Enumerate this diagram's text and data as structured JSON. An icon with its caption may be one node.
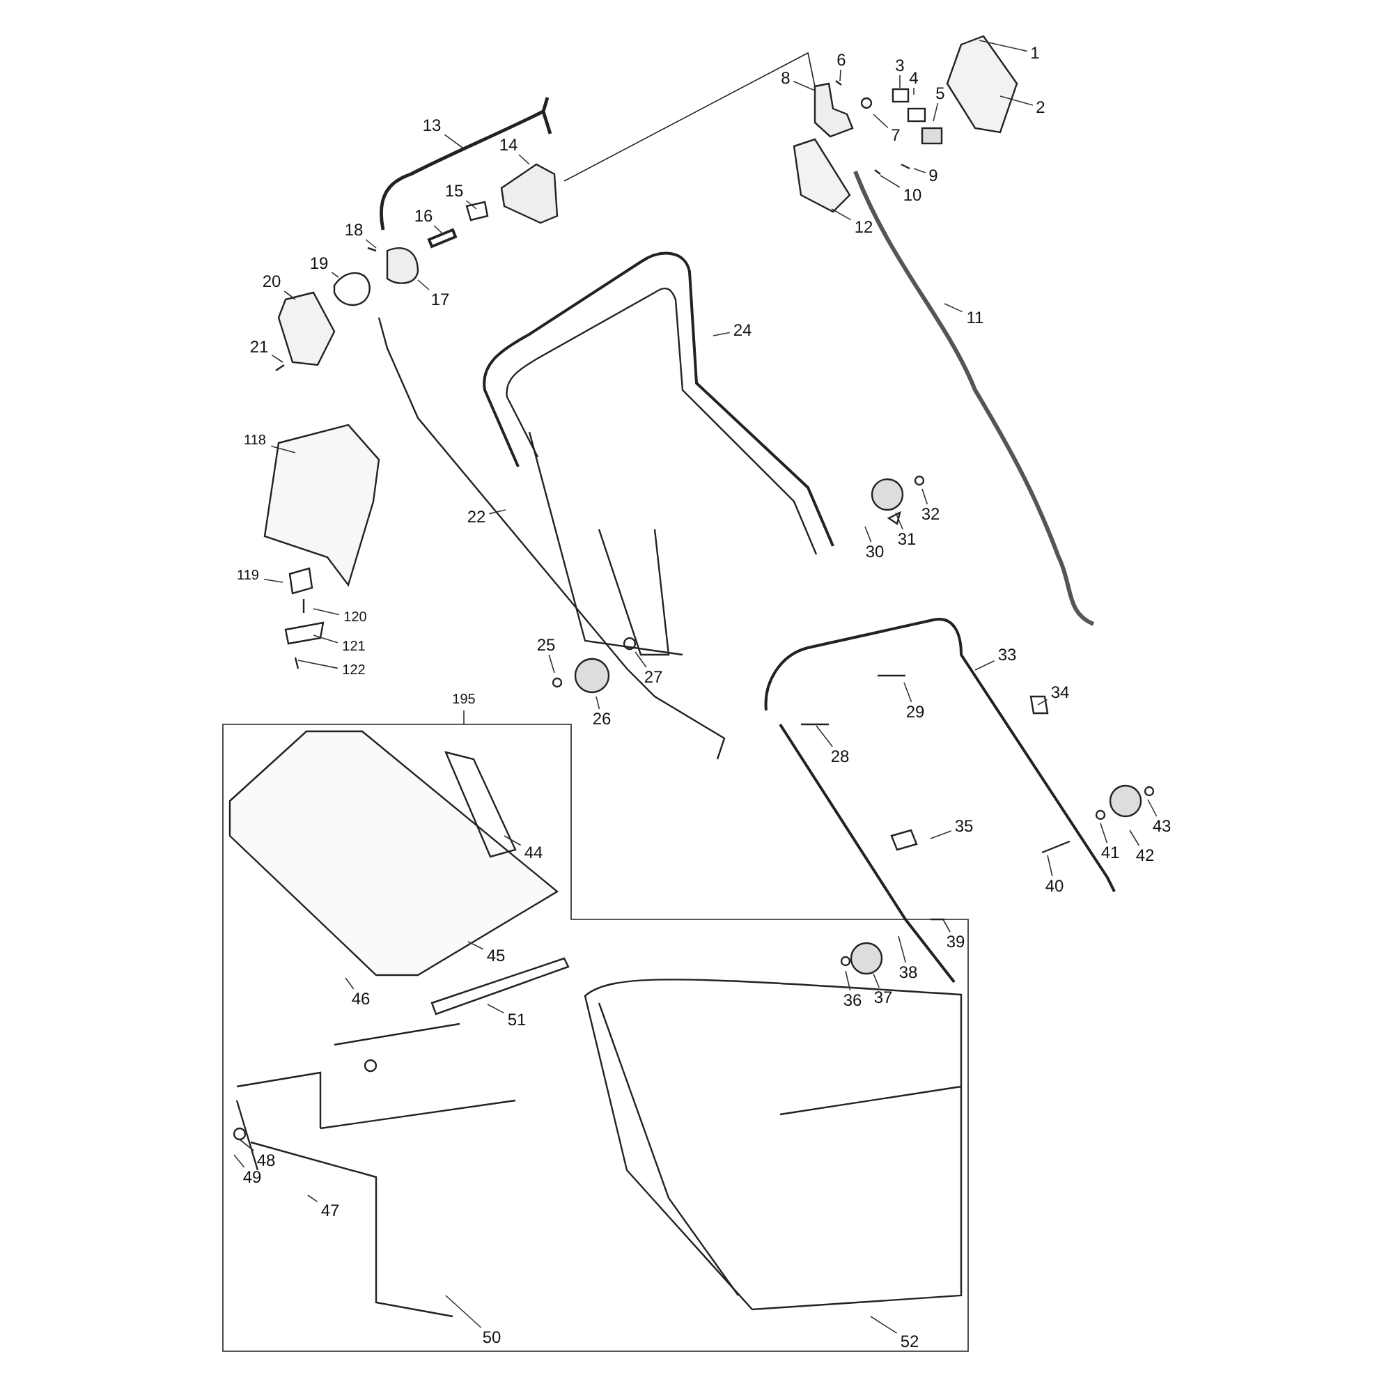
{
  "diagram": {
    "nodes": [
      {
        "text": [
          "1"
        ]
      },
      {
        "text": [
          "2"
        ]
      },
      {
        "text": [
          "3"
        ]
      },
      {
        "text": [
          "4"
        ]
      },
      {
        "text": [
          "5"
        ]
      },
      {
        "text": [
          "6"
        ]
      },
      {
        "text": [
          "7"
        ]
      },
      {
        "text": [
          "8"
        ]
      },
      {
        "text": [
          "9"
        ]
      },
      {
        "text": [
          "10"
        ]
      },
      {
        "text": [
          "11"
        ]
      },
      {
        "text": [
          "12"
        ]
      },
      {
        "text": [
          "13"
        ]
      },
      {
        "text": [
          "14"
        ]
      },
      {
        "text": [
          "15"
        ]
      },
      {
        "text": [
          "16"
        ]
      },
      {
        "text": [
          "17"
        ]
      },
      {
        "text": [
          "18"
        ]
      },
      {
        "text": [
          "19"
        ]
      },
      {
        "text": [
          "20"
        ]
      },
      {
        "text": [
          "21"
        ]
      },
      {
        "text": [
          "24"
        ]
      },
      {
        "text": [
          "118"
        ]
      },
      {
        "text": [
          "22"
        ]
      },
      {
        "text": [
          "30"
        ]
      },
      {
        "text": [
          "31"
        ]
      },
      {
        "text": [
          "32"
        ]
      },
      {
        "text": [
          "119"
        ]
      },
      {
        "text": [
          "120"
        ]
      },
      {
        "text": [
          "121"
        ]
      },
      {
        "text": [
          "122"
        ]
      },
      {
        "text": [
          "25"
        ]
      },
      {
        "text": [
          "27"
        ]
      },
      {
        "text": [
          "26"
        ]
      },
      {
        "text": [
          "33"
        ]
      },
      {
        "text": [
          "34"
        ]
      },
      {
        "text": [
          "29"
        ]
      },
      {
        "text": [
          "195"
        ]
      },
      {
        "text": [
          "28"
        ]
      },
      {
        "text": [
          "35"
        ]
      },
      {
        "text": [
          "44"
        ]
      },
      {
        "text": [
          "43"
        ]
      },
      {
        "text": [
          "41"
        ]
      },
      {
        "text": [
          "42"
        ]
      },
      {
        "text": [
          "40"
        ]
      },
      {
        "text": [
          "39"
        ]
      },
      {
        "text": [
          "45"
        ]
      },
      {
        "text": [
          "38"
        ]
      },
      {
        "text": [
          "46"
        ]
      },
      {
        "text": [
          "36"
        ]
      },
      {
        "text": [
          "37"
        ]
      },
      {
        "text": [
          "51"
        ]
      },
      {
        "text": [
          "48"
        ]
      },
      {
        "text": [
          "49"
        ]
      },
      {
        "text": [
          "47"
        ]
      },
      {
        "text": [
          "50"
        ]
      },
      {
        "text": [
          "52"
        ]
      }
    ],
    "edges": [
      {
        "from": 0,
        "to": null,
        "arrow": "none"
      },
      {
        "from": 1,
        "to": null,
        "arrow": "none"
      },
      {
        "from": 2,
        "to": null,
        "arrow": "none"
      },
      {
        "from": 3,
        "to": null,
        "arrow": "none"
      },
      {
        "from": 4,
        "to": null,
        "arrow": "none"
      },
      {
        "from": 5,
        "to": null,
        "arrow": "none"
      },
      {
        "from": 6,
        "to": null,
        "arrow": "none"
      },
      {
        "from": 7,
        "to": null,
        "arrow": "none"
      },
      {
        "from": 8,
        "to": null,
        "arrow": "none"
      },
      {
        "from": 9,
        "to": null,
        "arrow": "none"
      },
      {
        "from": 10,
        "to": null,
        "arrow": "none"
      },
      {
        "from": 11,
        "to": null,
        "arrow": "none"
      },
      {
        "from": 12,
        "to": null,
        "arrow": "none"
      },
      {
        "from": 13,
        "to": null,
        "arrow": "none"
      },
      {
        "from": 14,
        "to": null,
        "arrow": "none"
      },
      {
        "from": 15,
        "to": null,
        "arrow": "none"
      },
      {
        "from": 16,
        "to": null,
        "arrow": "none"
      },
      {
        "from": 17,
        "to": null,
        "arrow": "none"
      },
      {
        "from": 18,
        "to": null,
        "arrow": "none"
      },
      {
        "from": 19,
        "to": null,
        "arrow": "none"
      },
      {
        "from": 20,
        "to": null,
        "arrow": "none"
      },
      {
        "from": 21,
        "to": null,
        "arrow": "none"
      },
      {
        "from": 22,
        "to": null,
        "arrow": "none"
      },
      {
        "from": 23,
        "to": null,
        "arrow": "none"
      },
      {
        "from": 24,
        "to": null,
        "arrow": "none"
      },
      {
        "from": 25,
        "to": null,
        "arrow": "none"
      },
      {
        "from": 26,
        "to": null,
        "arrow": "none"
      },
      {
        "from": 27,
        "to": null,
        "arrow": "none"
      },
      {
        "from": 28,
        "to": null,
        "arrow": "none"
      },
      {
        "from": 29,
        "to": null,
        "arrow": "none"
      },
      {
        "from": 30,
        "to": null,
        "arrow": "none"
      },
      {
        "from": 31,
        "to": null,
        "arrow": "none"
      },
      {
        "from": 32,
        "to": null,
        "arrow": "none"
      },
      {
        "from": 33,
        "to": null,
        "arrow": "none"
      },
      {
        "from": 34,
        "to": null,
        "arrow": "none"
      },
      {
        "from": 35,
        "to": null,
        "arrow": "none"
      },
      {
        "from": 36,
        "to": null,
        "arrow": "none"
      },
      {
        "from": 37,
        "to": null,
        "arrow": "none"
      },
      {
        "from": 38,
        "to": null,
        "arrow": "none"
      },
      {
        "from": 39,
        "to": null,
        "arrow": "none"
      },
      {
        "from": 40,
        "to": null,
        "arrow": "none"
      },
      {
        "from": 41,
        "to": null,
        "arrow": "none"
      },
      {
        "from": 42,
        "to": null,
        "arrow": "none"
      },
      {
        "from": 43,
        "to": null,
        "arrow": "none"
      },
      {
        "from": 44,
        "to": null,
        "arrow": "none"
      },
      {
        "from": 45,
        "to": null,
        "arrow": "none"
      },
      {
        "from": 46,
        "to": null,
        "arrow": "none"
      },
      {
        "from": 47,
        "to": null,
        "arrow": "none"
      },
      {
        "from": 48,
        "to": null,
        "arrow": "none"
      },
      {
        "from": 49,
        "to": null,
        "arrow": "none"
      },
      {
        "from": 50,
        "to": null,
        "arrow": "none"
      },
      {
        "from": 51,
        "to": null,
        "arrow": "none"
      },
      {
        "from": 52,
        "to": null,
        "arrow": "none"
      },
      {
        "from": 53,
        "to": null,
        "arrow": "none"
      },
      {
        "from": 54,
        "to": null,
        "arrow": "none"
      },
      {
        "from": 55,
        "to": null,
        "arrow": "none"
      },
      {
        "from": 56,
        "to": null,
        "arrow": "none"
      }
    ]
  }
}
